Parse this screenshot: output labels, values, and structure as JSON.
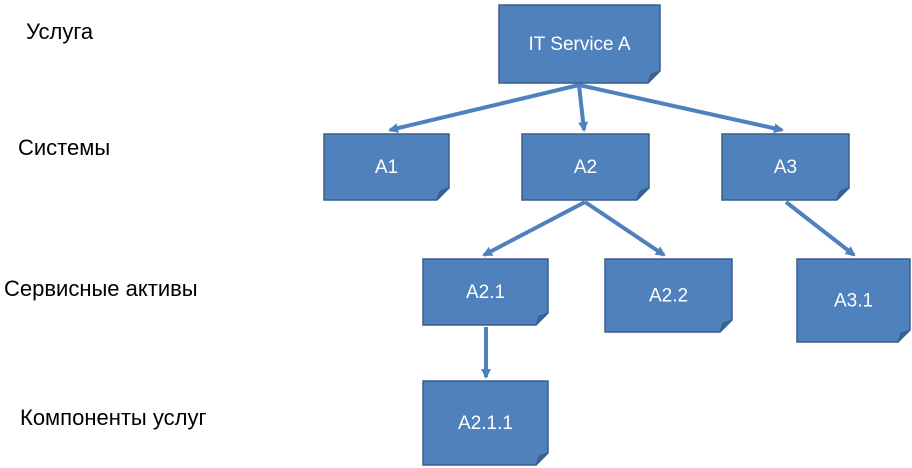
{
  "levels": {
    "service": "Услуга",
    "systems": "Системы",
    "service_assets": "Сервисные активы",
    "service_components": "Компоненты услуг"
  },
  "nodes": {
    "it_service_a": "IT Service A",
    "a1": "A1",
    "a2": "A2",
    "a3": "A3",
    "a2_1": "A2.1",
    "a2_2": "A2.2",
    "a3_1": "A3.1",
    "a2_1_1": "A2.1.1"
  },
  "edges": [
    [
      "it_service_a",
      "a1"
    ],
    [
      "it_service_a",
      "a2"
    ],
    [
      "it_service_a",
      "a3"
    ],
    [
      "a2",
      "a2_1"
    ],
    [
      "a2",
      "a2_2"
    ],
    [
      "a3",
      "a3_1"
    ],
    [
      "a2_1",
      "a2_1_1"
    ]
  ],
  "colors": {
    "node_fill": "#4f81bd",
    "node_border": "#385d8a",
    "node_fold": "#3a6394",
    "arrow": "#4f81bd"
  }
}
